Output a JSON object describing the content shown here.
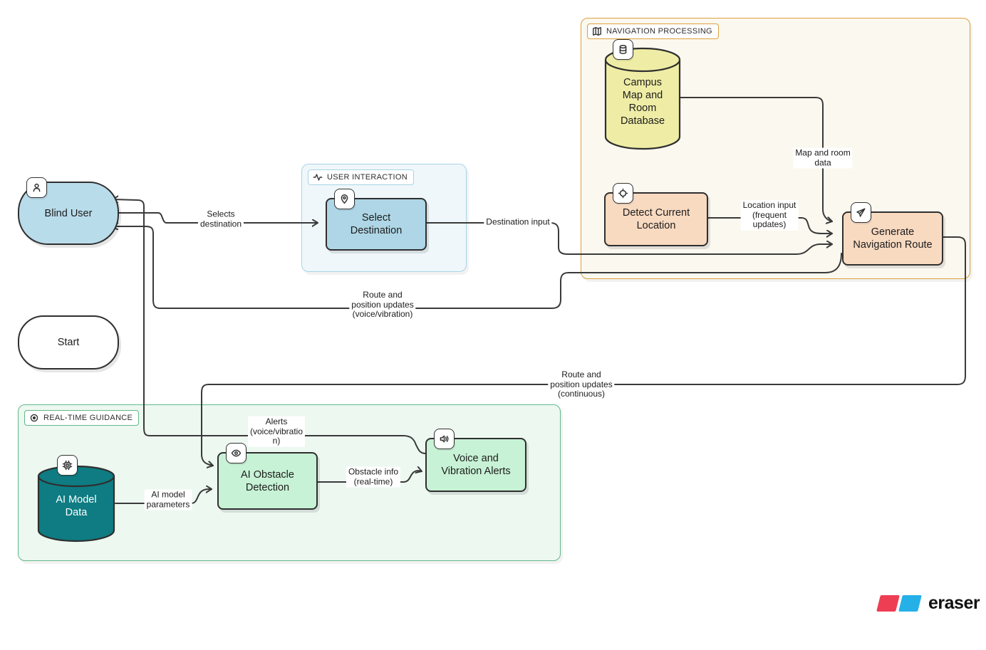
{
  "groups": {
    "user_interaction": {
      "title": "USER INTERACTION",
      "icon": "activity-icon",
      "bg": "#eff7fb",
      "border": "#a9d4e6"
    },
    "navigation_processing": {
      "title": "NAVIGATION PROCESSING",
      "icon": "map-icon",
      "bg": "#faf8ef",
      "border": "#dca03c"
    },
    "realtime_guidance": {
      "title": "REAL-TIME GUIDANCE",
      "icon": "eye-icon",
      "bg": "#edf8f1",
      "border": "#62b98a"
    }
  },
  "nodes": {
    "blind_user": {
      "label": "Blind User",
      "icon": "person-icon",
      "shape": "stadium",
      "fill": "#b9dcea"
    },
    "start": {
      "label": "Start",
      "shape": "stadium",
      "fill": "#ffffff"
    },
    "select_destination": {
      "label": "Select\nDestination",
      "icon": "map-pin-icon",
      "shape": "rect",
      "fill": "#aed6e6"
    },
    "campus_db": {
      "label": "Campus\nMap and\nRoom\nDatabase",
      "icon": "database-icon",
      "shape": "cylinder",
      "fill": "#efeda5"
    },
    "detect_location": {
      "label": "Detect Current\nLocation",
      "icon": "locate-icon",
      "shape": "rect",
      "fill": "#f8dac1"
    },
    "generate_route": {
      "label": "Generate\nNavigation Route",
      "icon": "navigation-icon",
      "shape": "rect",
      "fill": "#f8dac1"
    },
    "ai_model_data": {
      "label": "AI Model\nData",
      "icon": "chip-icon",
      "shape": "cylinder",
      "fill": "#0e7c82"
    },
    "ai_obstacle": {
      "label": "AI Obstacle\nDetection",
      "icon": "eye-icon",
      "shape": "rect",
      "fill": "#c7f2d5"
    },
    "voice_alerts": {
      "label": "Voice and\nVibration Alerts",
      "icon": "speaker-icon",
      "shape": "rect",
      "fill": "#c7f2d5"
    }
  },
  "edges": {
    "selects_destination": {
      "label": "Selects\ndestination",
      "from": "blind_user",
      "to": "select_destination"
    },
    "destination_input": {
      "label": "Destination input",
      "from": "select_destination",
      "to": "generate_route"
    },
    "map_room_data": {
      "label": "Map and room\ndata",
      "from": "campus_db",
      "to": "generate_route"
    },
    "location_input": {
      "label": "Location input\n(frequent\nupdates)",
      "from": "detect_location",
      "to": "generate_route"
    },
    "route_voice": {
      "label": "Route and\nposition updates\n(voice/vibration)",
      "from": "generate_route",
      "to": "blind_user"
    },
    "route_continuous": {
      "label": "Route and\nposition updates\n(continuous)",
      "from": "generate_route",
      "to": "ai_obstacle"
    },
    "alerts": {
      "label": "Alerts\n(voice/vibratio\nn)",
      "from": "voice_alerts",
      "to": "blind_user"
    },
    "ai_params": {
      "label": "AI model\nparameters",
      "from": "ai_model_data",
      "to": "ai_obstacle"
    },
    "obstacle_info": {
      "label": "Obstacle info\n(real-time)",
      "from": "ai_obstacle",
      "to": "voice_alerts"
    }
  },
  "logo": {
    "text": "eraser",
    "red": "#ee3e54",
    "blue": "#26b0e8"
  },
  "colors": {
    "edge_stroke": "#3a3a3a",
    "node_border": "#2f2f2f"
  }
}
